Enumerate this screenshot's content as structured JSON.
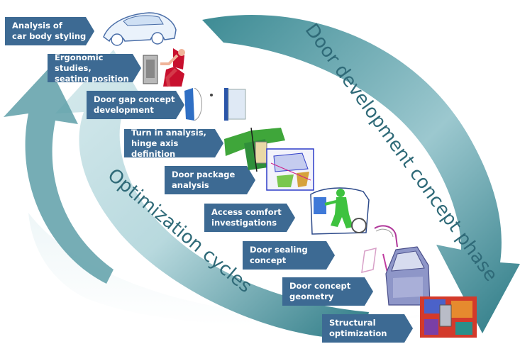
{
  "labels": {
    "development_phase": "Door development concept phase",
    "optimization": "Optimization cycles"
  },
  "steps": [
    {
      "label": "Analysis of\ncar body styling",
      "image": "car-sketch"
    },
    {
      "label": "Ergonomic studies,\nseating position",
      "image": "seated-mannequin"
    },
    {
      "label": "Door gap concept\ndevelopment",
      "image": "door-gap-section"
    },
    {
      "label": "Turn in analysis,\nhinge axis definition",
      "image": "hinge-geometry"
    },
    {
      "label": "Door package\nanalysis",
      "image": "door-package"
    },
    {
      "label": "Access comfort\ninvestigations",
      "image": "access-mannequin"
    },
    {
      "label": "Door sealing\nconcept",
      "image": "sealing-wireframe"
    },
    {
      "label": "Door concept\ngeometry",
      "image": "door-geometry"
    },
    {
      "label": "Structural\noptimization",
      "image": "structural-model"
    }
  ],
  "colors": {
    "step_box": "#3d6a93",
    "arrow_dark": "#2f7d87",
    "arrow_light": "#cfe4e8",
    "label_text": "#2f6a78"
  }
}
